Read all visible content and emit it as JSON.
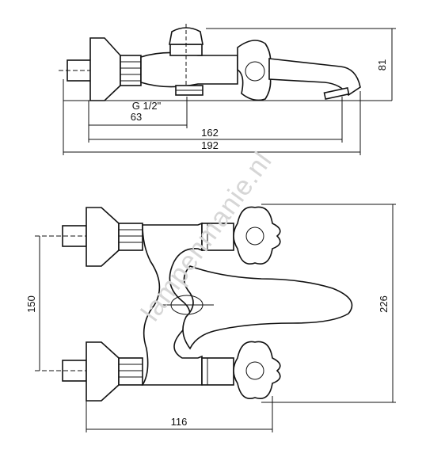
{
  "dimensions": {
    "side_height": "81",
    "thread": "G 1/2\"",
    "inlet_offset": "63",
    "spout_length": "162",
    "overall_length": "192",
    "inlet_spacing": "150",
    "overall_width": "226",
    "depth": "116"
  },
  "watermark": "lampenmanie.nl"
}
